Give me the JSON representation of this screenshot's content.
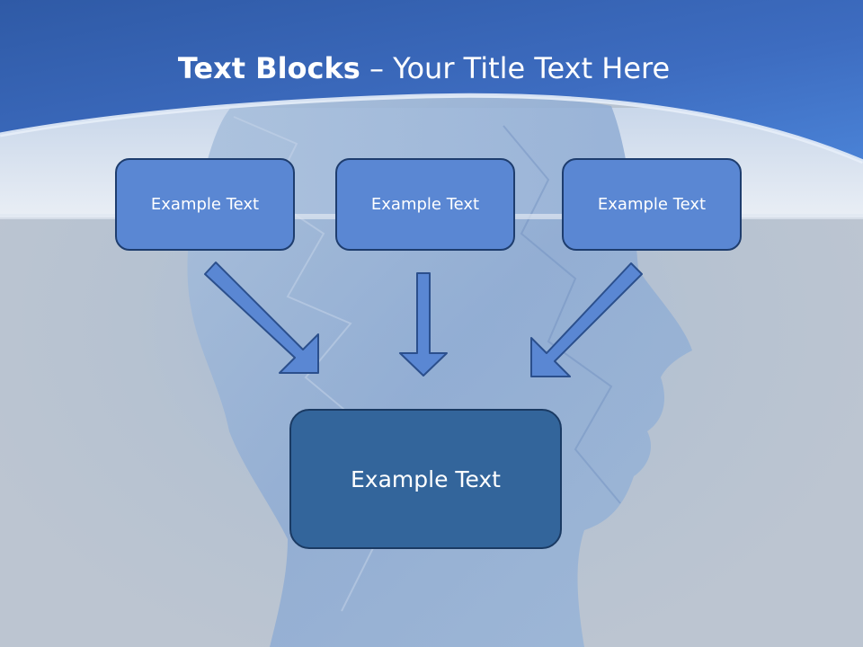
{
  "slide": {
    "title_bold": "Text Blocks",
    "title_rest": " – Your Title Text Here"
  },
  "diagram": {
    "top_boxes": [
      {
        "label": "Example Text"
      },
      {
        "label": "Example Text"
      },
      {
        "label": "Example Text"
      }
    ],
    "bottom_box": {
      "label": "Example Text"
    },
    "colors": {
      "box_fill": "#5a87d3",
      "box_border": "#1e3d6e",
      "bottom_fill": "#33659b",
      "arrow_fill": "#5a87d3",
      "header_blue": "#3f70c4"
    }
  }
}
